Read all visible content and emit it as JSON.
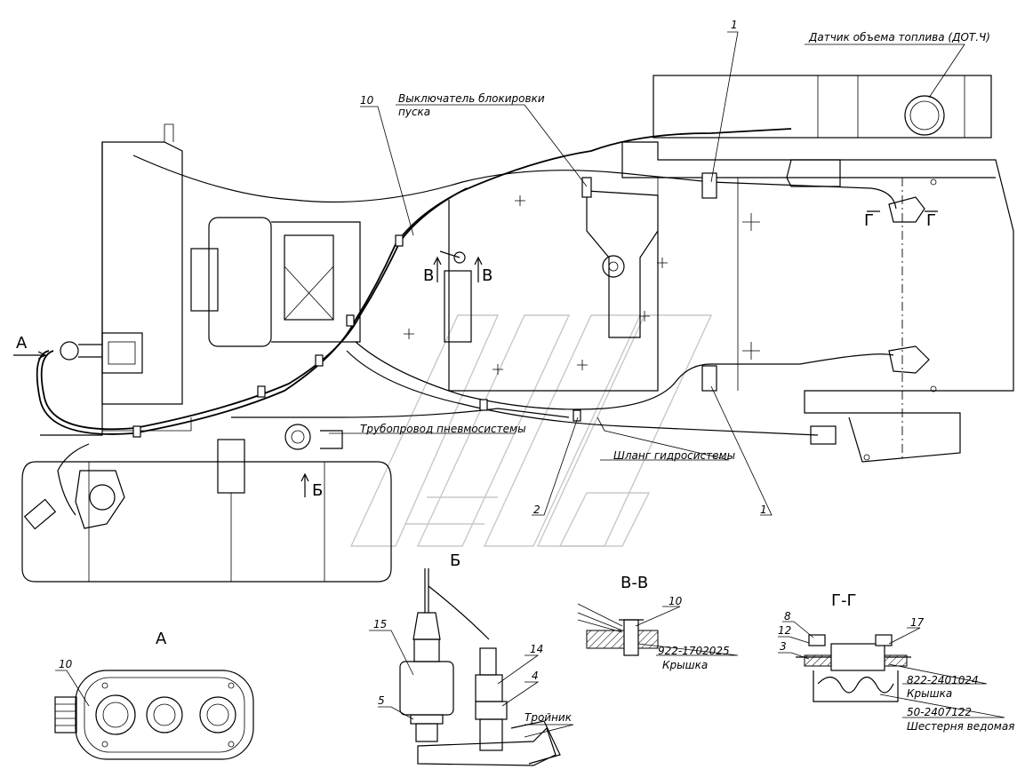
{
  "labels": {
    "fuel_sensor": "Датчик объема топлива (ДОТ.Ч)",
    "start_lock_switch_line1": "Выключатель блокировки",
    "start_lock_switch_line2": "пуска",
    "pneumatic_pipe": "Трубопровод пневмосистемы",
    "hydraulic_hose": "Шланг гидросистемы",
    "tee": "Тройник",
    "part_922_number": "922-1702025",
    "part_922_name": "Крышка",
    "part_822_number": "822-2401024",
    "part_822_name": "Крышка",
    "part_50_number": "50-2407122",
    "part_50_name": "Шестерня ведомая"
  },
  "sections": {
    "a_arrow": "А",
    "b_arrow": "Б",
    "v_left": "В",
    "v_right": "В",
    "g_left": "Г",
    "g_right": "Г",
    "view_a": "А",
    "view_b": "Б",
    "section_vv": "В-В",
    "section_gg": "Г-Г"
  },
  "callouts": {
    "c1_top": "1",
    "c1_bottom": "1",
    "c2": "2",
    "c10_main": "10",
    "c10_view_a": "10",
    "c10_section": "10",
    "c15": "15",
    "c14": "14",
    "c4": "4",
    "c5": "5",
    "c8": "8",
    "c12": "12",
    "c3": "3",
    "c17": "17"
  }
}
